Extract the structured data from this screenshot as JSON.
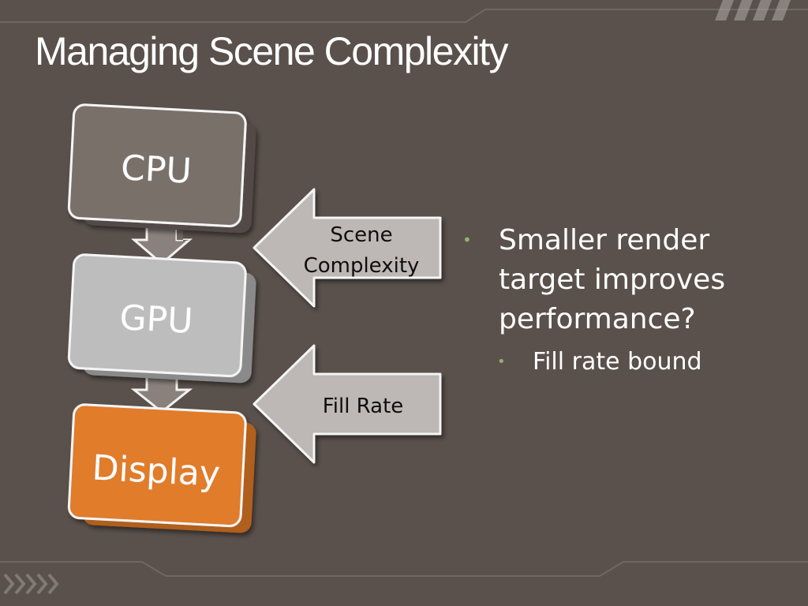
{
  "slide": {
    "title": "Managing Scene Complexity"
  },
  "diagram": {
    "boxes": [
      {
        "label": "CPU",
        "color": "#7a706b"
      },
      {
        "label": "GPU",
        "color": "#bdbdbd"
      },
      {
        "label": "Display",
        "color": "#e07b2a"
      }
    ],
    "arrows": [
      {
        "label_lines": [
          "Scene",
          "Complexity"
        ]
      },
      {
        "label_lines": [
          "Fill Rate"
        ]
      }
    ]
  },
  "bullets": [
    {
      "text": "Smaller render target improves performance?",
      "sub": [
        "Fill rate bound"
      ]
    }
  ],
  "colors": {
    "background": "#5a514c",
    "bullet_marker": "#8fb36b",
    "accent_orange": "#e07b2a"
  }
}
